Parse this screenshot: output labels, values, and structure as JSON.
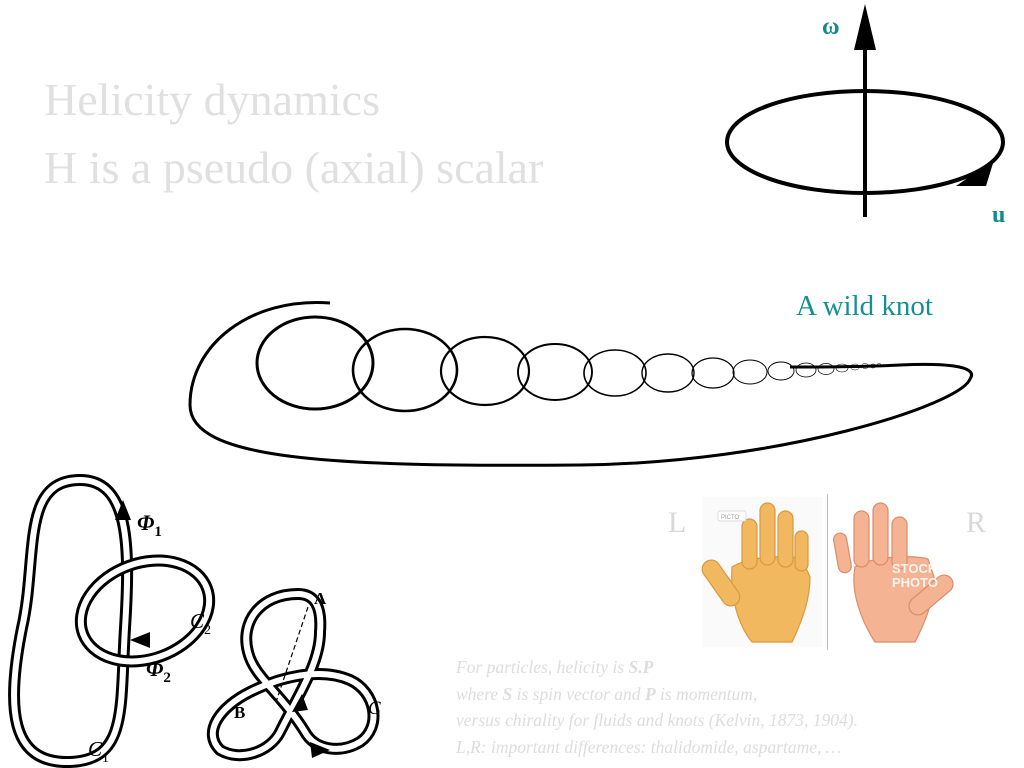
{
  "title": {
    "line1": "Helicity dynamics",
    "line2": "H is a pseudo (axial) scalar"
  },
  "vortex_diagram": {
    "omega_label": "ω",
    "u_label": "u",
    "label_color": "#138a8a"
  },
  "wild_knot": {
    "label": "A wild knot",
    "label_color": "#178f8f"
  },
  "linked_rings": {
    "phi1": "Φ",
    "phi1_sub": "1",
    "phi2": "Φ",
    "phi2_sub": "2",
    "c1": "C",
    "c1_sub": "1",
    "c2": "C",
    "c2_sub": "2"
  },
  "trefoil": {
    "a": "A",
    "b": "B",
    "c": "C"
  },
  "hands": {
    "left_label": "L",
    "right_label": "R",
    "watermark_tag": "PICTO",
    "watermark_line1": "STOCK",
    "watermark_line2": "PHOTO"
  },
  "caption": {
    "l1_pre": "For particles, helicity is ",
    "l1_bold": "S.P",
    "l2_pre": "where ",
    "l2_s": "S",
    "l2_mid": " is spin vector and ",
    "l2_p": "P",
    "l2_post": " is momentum,",
    "l3": "versus chirality for fluids and knots (Kelvin, 1873, 1904).",
    "l4": "L,R: important differences: thalidomide, aspartame, …"
  }
}
